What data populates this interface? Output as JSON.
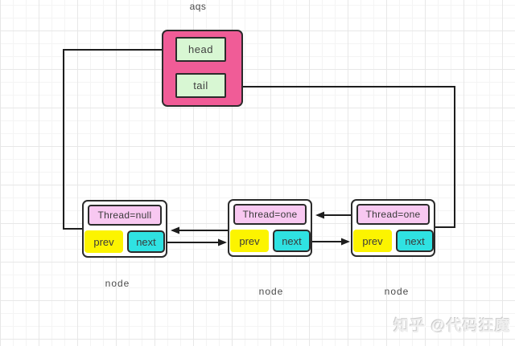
{
  "diagram": {
    "title": "aqs",
    "aqs": {
      "head_label": "head",
      "tail_label": "tail"
    },
    "nodes": [
      {
        "thread": "Thread=null",
        "prev_label": "prev",
        "next_label": "next",
        "caption": "node"
      },
      {
        "thread": "Thread=one",
        "prev_label": "prev",
        "next_label": "next",
        "caption": "node"
      },
      {
        "thread": "Thread=one",
        "prev_label": "prev",
        "next_label": "next",
        "caption": "node"
      }
    ],
    "connections": [
      "node1 -> head",
      "node3 -> tail",
      "node2.prev -> node1",
      "node1.next -> node2",
      "node3.prev -> node2",
      "node2.next -> node3"
    ]
  },
  "watermark": "知乎 @代码狂魔",
  "colors": {
    "aqs_fill": "#f05c97",
    "field_fill": "#d8f7d3",
    "thread_fill": "#f8c8f1",
    "prev_fill": "#fcf400",
    "next_fill": "#2fe2e2",
    "stroke": "#2b2b2b",
    "wire": "#1d1d1d",
    "label_text": "#4a4a4a",
    "grid_minor": "#f4f4f4",
    "grid_major": "#e7e7e7",
    "watermark_text": "#efefef"
  }
}
